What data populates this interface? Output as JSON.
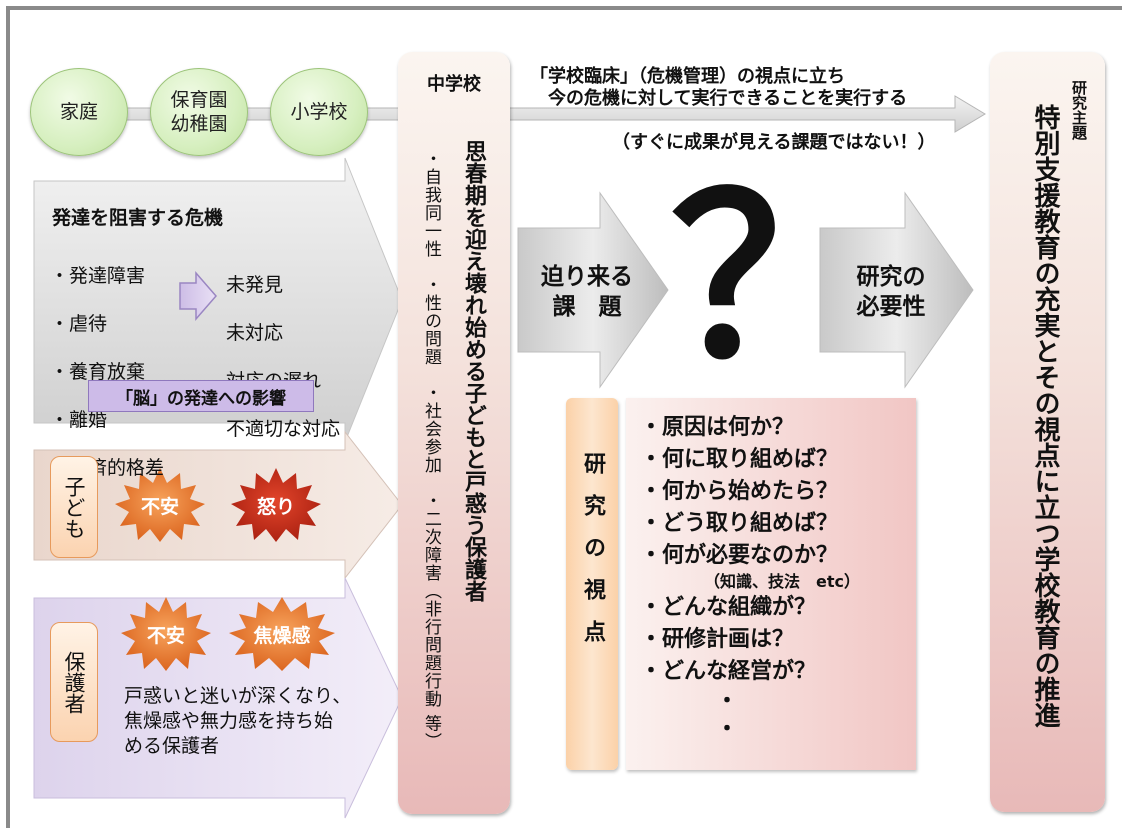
{
  "top_circles": [
    "家庭",
    "保育園\n幼稚園",
    "小学校"
  ],
  "top_arrow": {
    "line1": "「学校臨床」（危機管理）の視点に立ち",
    "line2": "今の危機に対して実行できることを実行する",
    "line3": "（すぐに成果が見える課題ではない！）"
  },
  "crisis_panel": {
    "title": "発達を阻害する危機",
    "causes": [
      "・発達障害",
      "・虐待",
      "・養育放棄",
      "・離婚",
      "・経済的格差"
    ],
    "outcomes": [
      "未発見",
      "未対応",
      "対応の遅れ",
      "不適切な対応"
    ],
    "brain_box": "「脳」の発達への影響"
  },
  "child_panel": {
    "tag": "子ども",
    "bursts": [
      "不安",
      "怒り"
    ]
  },
  "parent_panel": {
    "tag": "保護者",
    "bursts": [
      "不安",
      "焦燥感"
    ],
    "text": "戸惑いと迷いが深くなり、\n焦燥感や無力感を持ち始\nめる保護者"
  },
  "middle_school": {
    "title": "中学校",
    "main_text": "思春期を迎え壊れ始める子どもと戸惑う保護者",
    "sub_text": "・自我同一性　・性の問題　・社会参加　・二次障害（非行問題行動 等）"
  },
  "center": {
    "arrow1_line1": "迫り来る",
    "arrow1_line2": "課　題",
    "question_mark": "？",
    "arrow2_line1": "研究の",
    "arrow2_line2": "必要性"
  },
  "research_view": {
    "label": "研究の視点",
    "items": [
      "・原因は何か？",
      "・何に取り組めば？",
      "・何から始めたら？",
      "・どう取り組めば？",
      "・何が必要なのか？",
      "（知識、技法　etc）",
      "・どんな組織が？",
      "・研修計画は？",
      "・どんな経営が？",
      "・",
      "・"
    ]
  },
  "research_theme": {
    "label": "研究主題",
    "text": "特別支援教育の充実とその視点に立つ学校教育の推進"
  },
  "colors": {
    "arrow_gray": "#d9d9d9",
    "burst_orange": "#f0873a",
    "brain_box_purple": "#cdbbe8",
    "pink_column": "#e8b9b8"
  }
}
